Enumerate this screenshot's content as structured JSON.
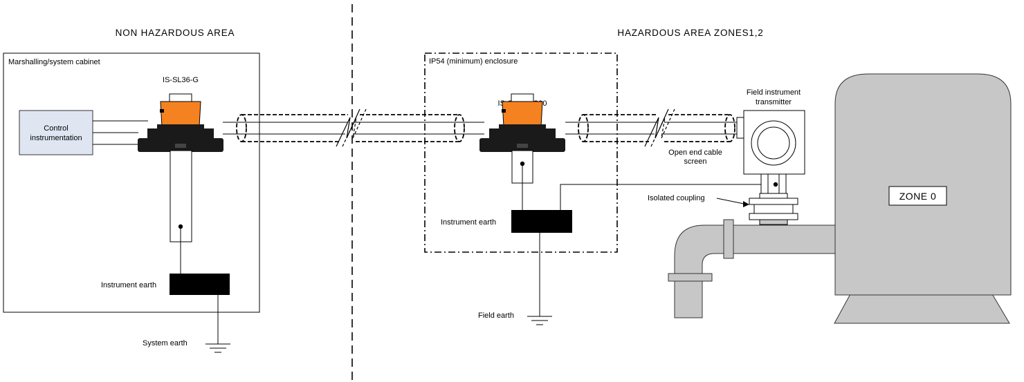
{
  "areas": {
    "non_hazardous": "NON HAZARDOUS AREA",
    "hazardous": "HAZARDOUS AREA ZONES1,2"
  },
  "cabinet": {
    "label": "Marshalling/system cabinet",
    "control_line1": "Control",
    "control_line2": "instrumentation",
    "isolator_label": "IS-SL36-G",
    "instrument_earth": "Instrument earth",
    "system_earth": "System earth"
  },
  "enclosure": {
    "label": "IP54 (minimum) enclosure",
    "isolator_label": "IS-SL36-EC90",
    "instrument_earth": "Instrument earth",
    "field_earth": "Field earth"
  },
  "field": {
    "transmitter_line1": "Field instrument",
    "transmitter_line2": "transmitter",
    "screen_line1": "Open end cable",
    "screen_line2": "screen",
    "coupling": "Isolated coupling",
    "zone0": "ZONE 0"
  },
  "colors": {
    "isolator_orange": "#f58220",
    "isolator_black": "#1a1a1a",
    "control_box_fill": "#dfe6f2",
    "equipment_grey": "#c7c7c7",
    "stroke": "#000000"
  }
}
